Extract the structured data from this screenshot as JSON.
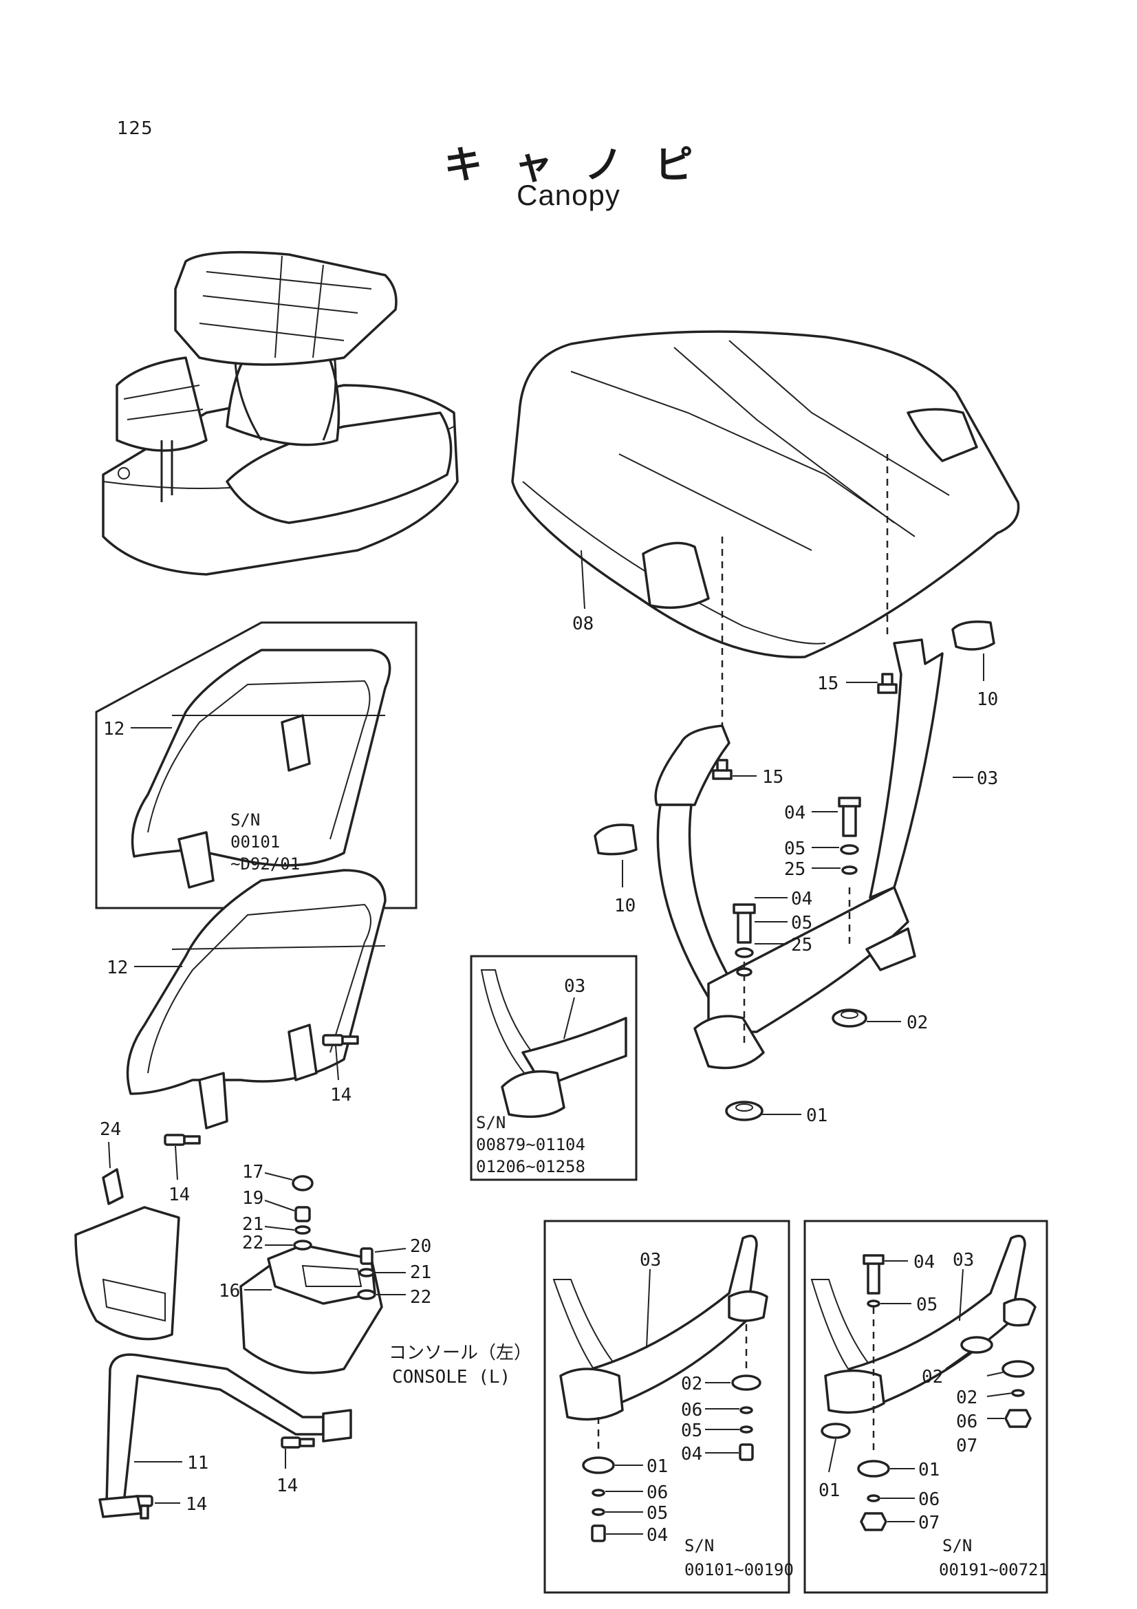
{
  "page_number": "125",
  "title_jp": "キャノピ",
  "title_en": "Canopy",
  "callouts": {
    "c08": "08",
    "c10a": "10",
    "c10b": "10",
    "c15a": "15",
    "c15b": "15",
    "c03": "03",
    "c04a": "04",
    "c05a": "05",
    "c25a": "25",
    "c04b": "04",
    "c05b": "05",
    "c25b": "25",
    "c02": "02",
    "c01": "01",
    "c12a": "12",
    "c12b": "12",
    "c14a": "14",
    "c14b": "14",
    "c14c": "14",
    "c14d": "14",
    "c24": "24",
    "c17": "17",
    "c19": "19",
    "c21a": "21",
    "c22a": "22",
    "c20": "20",
    "c21b": "21",
    "c22b": "22",
    "c16": "16",
    "c11": "11"
  },
  "inset_a": {
    "callout": "03",
    "sn_label": "S/N",
    "sn_range1": "00879~01104",
    "sn_range2": "01206~01258"
  },
  "inset_b": {
    "callouts": [
      "03",
      "02",
      "06",
      "05",
      "04",
      "01",
      "06",
      "05",
      "04"
    ],
    "sn_label": "S/N",
    "sn_range": "00101~00190"
  },
  "inset_c": {
    "callouts": [
      "04",
      "03",
      "05",
      "02",
      "02",
      "06",
      "07",
      "01",
      "01",
      "06",
      "07"
    ],
    "sn_label": "S/N",
    "sn_range": "00191~00721"
  },
  "guard_variant": {
    "sn_label": "S/N",
    "sn_from": "00101",
    "sn_to": "~D92/01"
  },
  "console": {
    "label_jp": "コンソール（左）",
    "label_en": "CONSOLE (L)"
  }
}
